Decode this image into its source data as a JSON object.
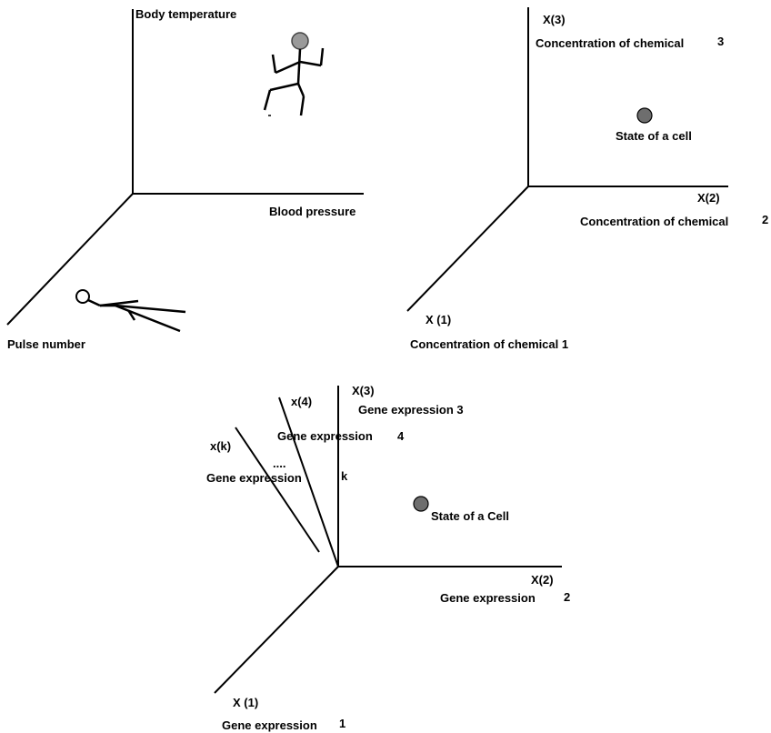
{
  "panel_a": {
    "y_axis_label": "Body temperature",
    "x_axis_label": "Blood pressure",
    "z_axis_label": "Pulse number",
    "upright_figure_icon": "standing-stick-figure",
    "lying_figure_icon": "lying-stick-figure"
  },
  "panel_b": {
    "x3_symbol": "X(3)",
    "x3_label": "Concentration of chemical",
    "x3_index": "3",
    "x2_symbol": "X(2)",
    "x2_label": "Concentration of chemical",
    "x2_index": "2",
    "x1_symbol": "X (1)",
    "x1_label": "Concentration of chemical 1",
    "point_label": "State of a cell"
  },
  "panel_c": {
    "x3_symbol": "X(3)",
    "x3_label": "Gene expression 3",
    "x4_symbol": "x(4)",
    "x4_label": "Gene expression",
    "x4_index": "4",
    "xk_symbol": "x(k)",
    "ellipsis": "....",
    "xk_label": "Gene expression",
    "xk_index": "k",
    "point_label": "State of a Cell",
    "x2_symbol": "X(2)",
    "x2_label": "Gene expression",
    "x2_index": "2",
    "x1_symbol": "X (1)",
    "x1_label": "Gene expression",
    "x1_index": "1"
  },
  "colors": {
    "line": "#000000",
    "point_fill": "#6e6e6e",
    "head_fill": "#9a9a9a"
  }
}
